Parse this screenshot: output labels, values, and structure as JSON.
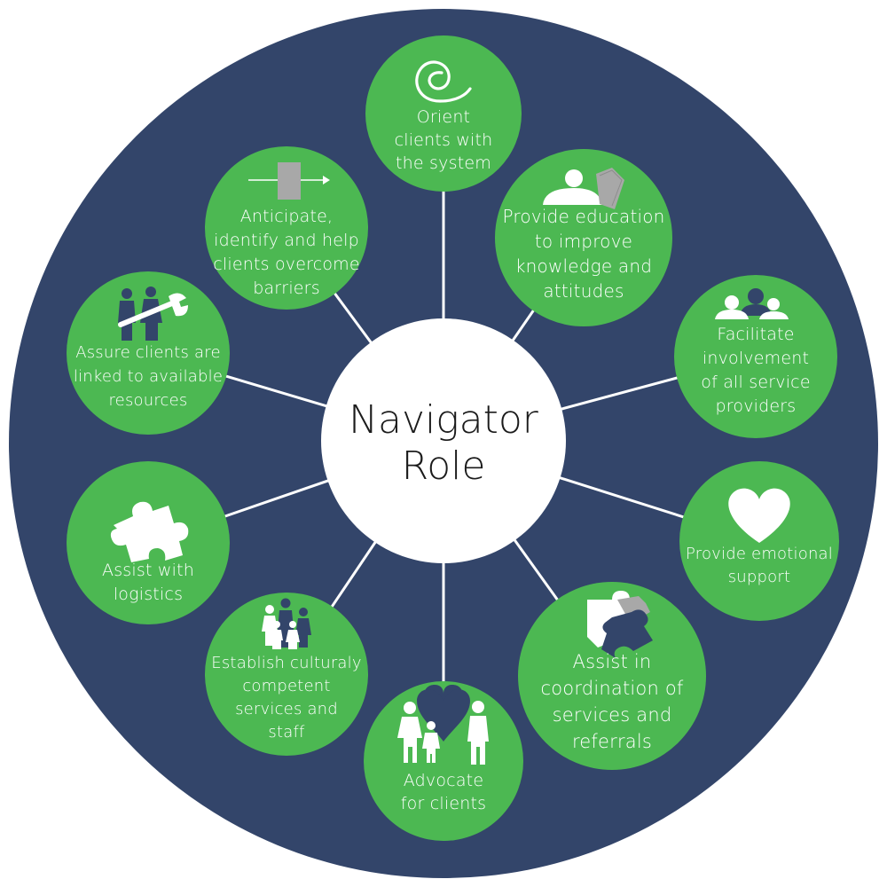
{
  "colors": {
    "background": "#ffffff",
    "wheel": "#33456a",
    "node": "#4cb852",
    "spoke": "#ffffff",
    "center": "#ffffff",
    "icon_light": "#ffffff",
    "icon_dark": "#33456a",
    "icon_gray": "#a8a8a8"
  },
  "center": {
    "label": "Navigator\nRole"
  },
  "nodes": [
    {
      "id": "orient",
      "label": "Orient\nclients with\nthe system",
      "icon": "spiral-icon"
    },
    {
      "id": "education",
      "label": "Provide education\nto improve\nknowledge and\nattitudes",
      "icon": "person-reading-icon"
    },
    {
      "id": "facilitate",
      "label": "Facilitate\ninvolvement\nof all service\nproviders",
      "icon": "group-people-icon"
    },
    {
      "id": "emotional",
      "label": "Provide emotional\nsupport",
      "icon": "heart-icon"
    },
    {
      "id": "coordination",
      "label": "Assist in\ncoordination of\nservices and\nreferrals",
      "icon": "puzzle-pieces-icon"
    },
    {
      "id": "advocate",
      "label": "Advocate\nfor clients",
      "icon": "family-heart-icon"
    },
    {
      "id": "cultural",
      "label": "Establish culturaly\ncompetent\nservices and\nstaff",
      "icon": "diverse-family-icon"
    },
    {
      "id": "logistics",
      "label": "Assist with\nlogistics",
      "icon": "puzzle-piece-icon"
    },
    {
      "id": "resources",
      "label": "Assure clients are\nlinked to available\nresources",
      "icon": "people-wrench-icon"
    },
    {
      "id": "barriers",
      "label": "Anticipate,\nidentify and help\nclients overcome\nbarriers",
      "icon": "door-arrow-icon"
    }
  ]
}
